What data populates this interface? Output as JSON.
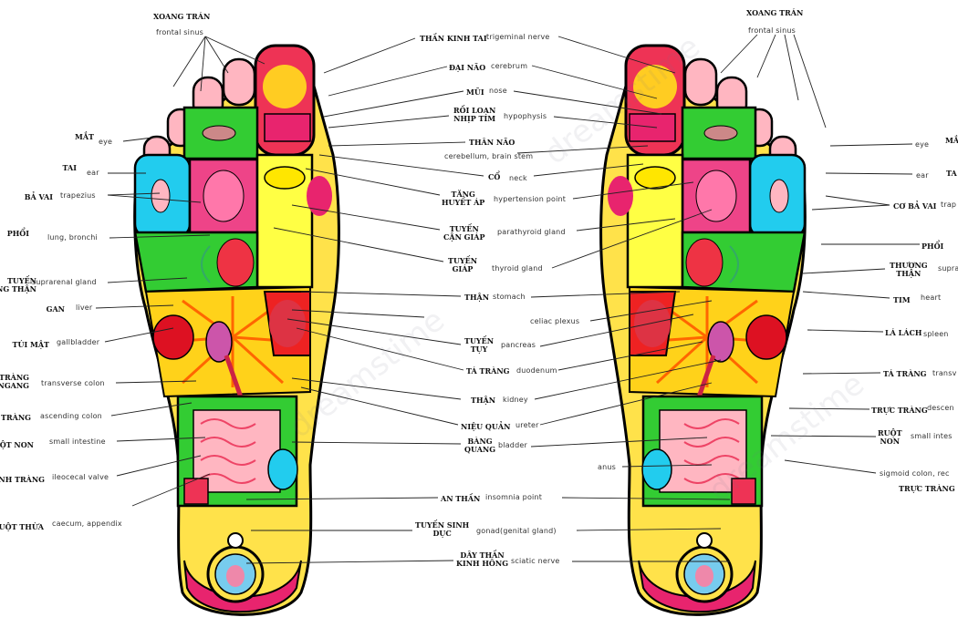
{
  "colors": {
    "toe": "#ffb6c1",
    "yellow": "#ffe600",
    "green": "#33cc33",
    "pink": "#e8246e",
    "cyan": "#22ccee",
    "red": "#ee2222",
    "outline": "#000000"
  },
  "watermark": "dreamstime",
  "top": {
    "left_title": "XOANG TRÁN",
    "left_sub": "frontal sinus",
    "right_title": "XOANG TRÁN",
    "right_sub": "frontal sinus"
  },
  "left": {
    "eye": {
      "vn": "MẮT",
      "en": "eye"
    },
    "ear": {
      "vn": "TAI",
      "en": "ear"
    },
    "shoulder": {
      "vn": "BẢ VAI",
      "en": "trapezius"
    },
    "lung": {
      "vn": "PHỔI",
      "en": "lung, bronchi"
    },
    "adrenal": {
      "vn": "TUYẾN\nTHƯỢNG THẬN",
      "en": "suprarenal gland"
    },
    "liver": {
      "vn": "GAN",
      "en": "liver"
    },
    "gall": {
      "vn": "TÚI MẬT",
      "en": "gallbladder"
    },
    "tcolon": {
      "vn": "ĐẠI TRÀNG\nNGANG",
      "en": "transverse colon"
    },
    "acolon": {
      "vn": "TRÀNG",
      "en": "ascending colon"
    },
    "sint": {
      "vn": "RUỘT NON",
      "en": "small intestine"
    },
    "valve": {
      "vn": "MANH TRÀNG",
      "en": "ileocecal valve"
    },
    "appendix": {
      "vn": "RUỘT THỪA",
      "en": "caecum, appendix"
    }
  },
  "center": {
    "tn": {
      "vn": "THẦN KINH TAI",
      "en": "trigeminal nerve"
    },
    "cer": {
      "vn": "ĐẠI NÃO",
      "en": "cerebrum"
    },
    "nose": {
      "vn": "MŨI",
      "en": "nose"
    },
    "hyp": {
      "vn": "RỐI LOẠN\nNHỊP TIM",
      "en": "hypophysis"
    },
    "brainstem": {
      "vn": "THÂN NÃO",
      "en": "cerebellum, brain stem"
    },
    "neck": {
      "vn": "CỔ",
      "en": "neck"
    },
    "hyper": {
      "vn": "TĂNG\nHUYẾT ÁP",
      "en": "hypertension point"
    },
    "parathyroid": {
      "vn": "TUYẾN\nCẬN GIÁP",
      "en": "parathyroid gland"
    },
    "thyroid": {
      "vn": "TUYẾN\nGIÁP",
      "en": "thyroid gland"
    },
    "stomach": {
      "vn": "THẬN",
      "en": "stomach"
    },
    "celiac": {
      "vn": "",
      "en": "celiac plexus"
    },
    "pancreas": {
      "vn": "TUYẾN\nTỤY",
      "en": "pancreas"
    },
    "duod": {
      "vn": "TÁ TRÀNG",
      "en": "duodenum"
    },
    "kidney": {
      "vn": "THẬN",
      "en": "kidney"
    },
    "ureter": {
      "vn": "NIỆU QUẢN",
      "en": "ureter"
    },
    "bladder": {
      "vn": "BÀNG\nQUANG",
      "en": "bladder"
    },
    "anus": {
      "vn": "",
      "en": "anus"
    },
    "insomnia": {
      "vn": "AN THẦN",
      "en": "insomnia point"
    },
    "gonad": {
      "vn": "TUYẾN SINH\nDỤC",
      "en": "gonad(genital gland)"
    },
    "sciatic": {
      "vn": "DÂY THẦN\nKINH HÔNG",
      "en": "sciatic nerve"
    }
  },
  "right": {
    "eye": {
      "vn": "MẮ",
      "en": "eye"
    },
    "ear": {
      "vn": "TA",
      "en": "ear"
    },
    "shoulder": {
      "vn": "CƠ BẢ VAI",
      "en": "trap"
    },
    "lung": {
      "vn": "PHỔI",
      "en": ""
    },
    "adrenal": {
      "vn": "THƯỢNG\nTHẬN",
      "en": "supra"
    },
    "heart": {
      "vn": "TIM",
      "en": "heart"
    },
    "spleen": {
      "vn": "LÁ LÁCH",
      "en": "spleen"
    },
    "tcolon": {
      "vn": "TÁ TRÀNG",
      "en": "transv"
    },
    "dcolon": {
      "vn": "TRỰC TRÀNG",
      "en": "descen"
    },
    "sint": {
      "vn": "RUỘT\nNON",
      "en": "small intes"
    },
    "sigmoid": {
      "vn": "",
      "en": "sigmoid colon, rec"
    },
    "rect": {
      "vn": "TRỰC TRÀNG",
      "en": ""
    }
  }
}
